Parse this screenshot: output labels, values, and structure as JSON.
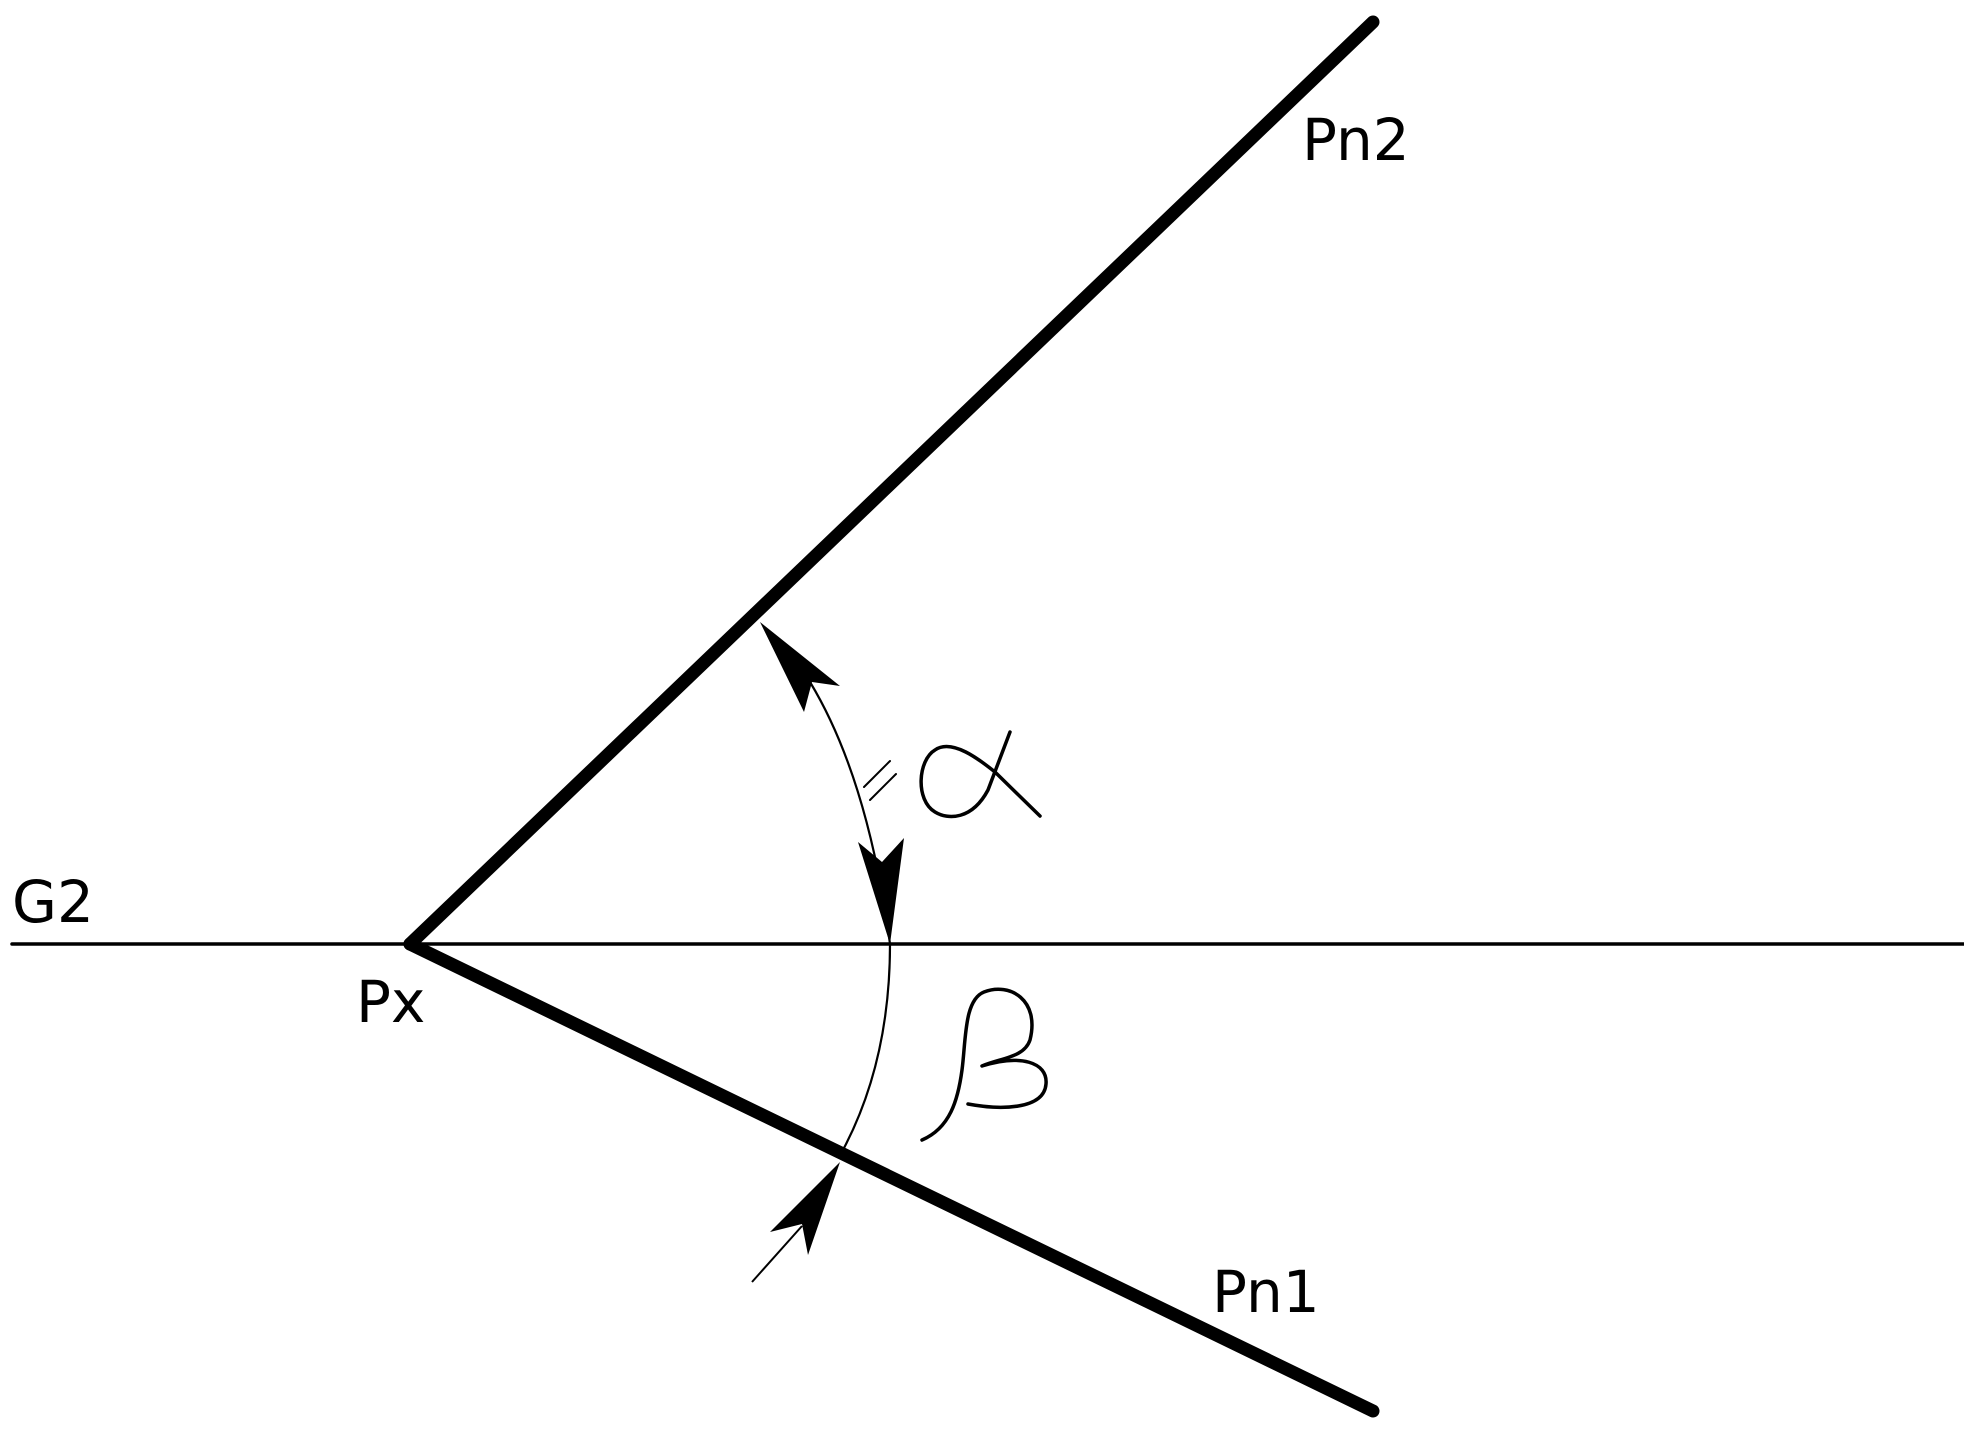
{
  "labels": {
    "baseline": "G2",
    "vertex": "Px",
    "upper_line": "Pn2",
    "lower_line": "Pn1"
  },
  "angles": {
    "alpha_symbol": "α",
    "beta_symbol": "β"
  },
  "colors": {
    "ink": "#000000",
    "background": "#ffffff"
  }
}
